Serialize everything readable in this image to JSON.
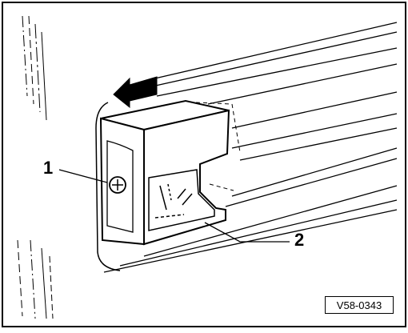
{
  "figure": {
    "callouts": [
      {
        "id": "1",
        "text": "1"
      },
      {
        "id": "2",
        "text": "2"
      }
    ],
    "reference_code": "V58-0343",
    "icons": [
      "arrow-left-icon",
      "screw-head-icon"
    ]
  }
}
